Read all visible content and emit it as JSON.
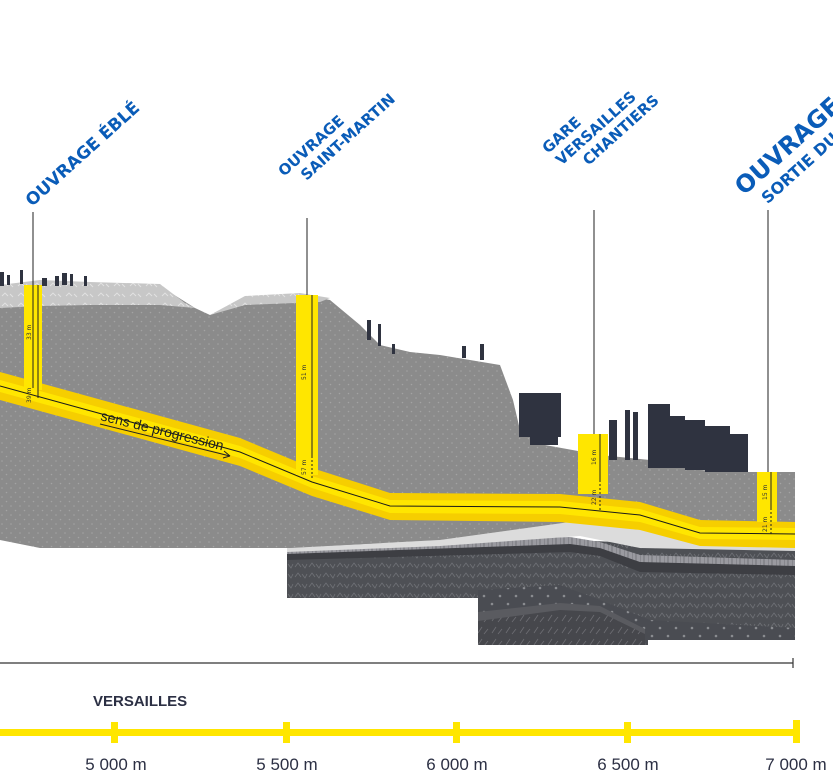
{
  "stations": [
    {
      "id": "eble",
      "lines": [
        "OUVRAGE ÉBLÉ"
      ],
      "depths": [
        "33 m",
        "39 m"
      ]
    },
    {
      "id": "saint-martin",
      "lines": [
        "OUVRAGE",
        "SAINT-MARTIN"
      ],
      "depths": [
        "51 m",
        "57 m"
      ]
    },
    {
      "id": "versailles-chantiers",
      "lines": [
        "GARE",
        "VERSAILLES",
        "CHANTIERS"
      ],
      "depths": [
        "16 m",
        "22 m"
      ]
    },
    {
      "id": "sortie",
      "lines": [
        "OUVRAGE",
        "SORTIE DU"
      ],
      "depths": [
        "15 m",
        "21 m"
      ]
    }
  ],
  "tunnel": {
    "direction_label": "sens de progression"
  },
  "town": "VERSAILLES",
  "scale": {
    "ticks": [
      "5 000 m",
      "5 500 m",
      "6 000 m",
      "6 500 m",
      "7 000 m"
    ]
  },
  "colors": {
    "tunnel": "#ffe600",
    "tunnel_edge": "#f7d000",
    "soil": "#8a8a8a",
    "title": "#0a5cb8",
    "buildings": "#2f3340",
    "dark_layer": "#4a4c52"
  }
}
